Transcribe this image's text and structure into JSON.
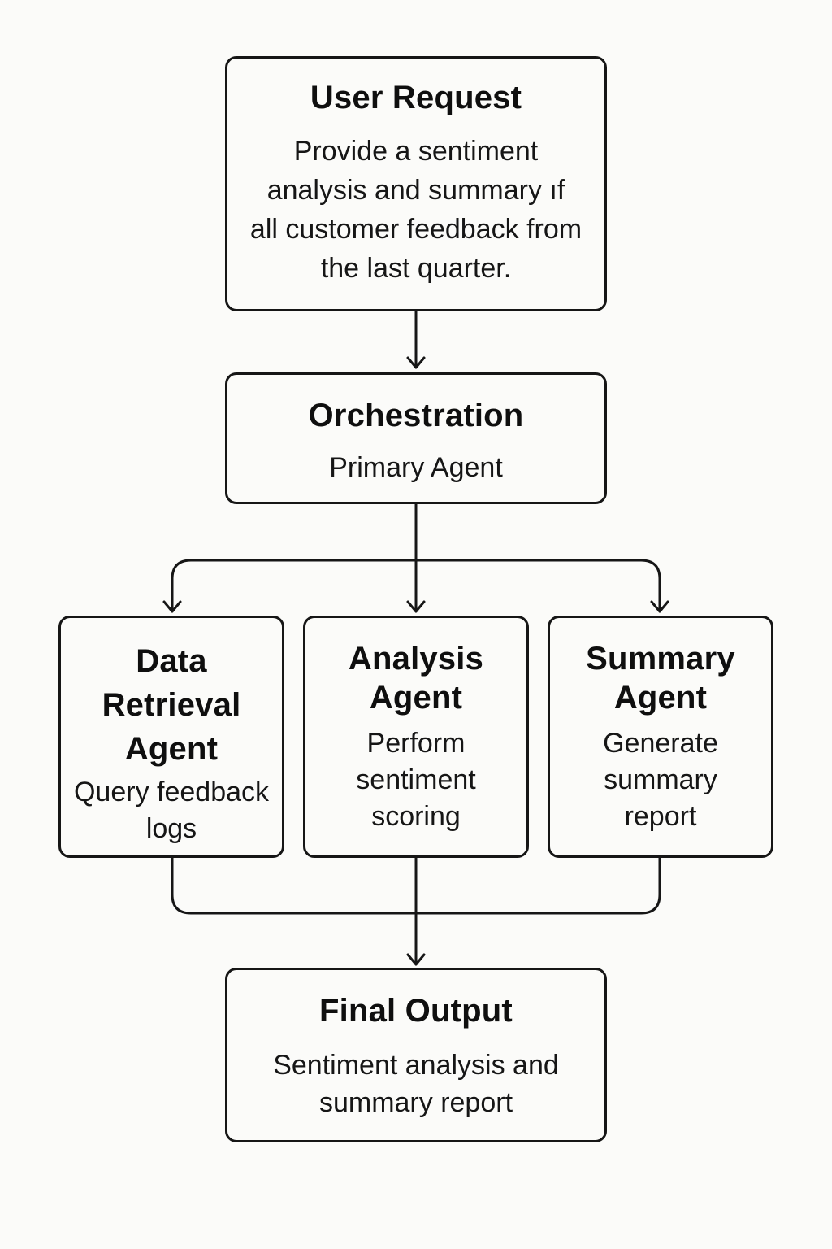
{
  "nodes": {
    "user_request": {
      "title": "User Request",
      "description": "Provide a sentiment analysis and summary ıf all customer feedback from the last quarter."
    },
    "orchestration": {
      "title": "Orchestration",
      "description": "Primary Agent"
    },
    "data_retrieval": {
      "title": "Data Retrieval Agent",
      "description": "Query feedback logs"
    },
    "analysis": {
      "title": "Analysis Agent",
      "description": "Perform sentiment scoring"
    },
    "summary": {
      "title": "Summary Agent",
      "description": "Generate summary report"
    },
    "final_output": {
      "title": "Final Output",
      "description": "Sentiment analysis and summary report"
    }
  },
  "edges": [
    {
      "from": "user_request",
      "to": "orchestration"
    },
    {
      "from": "orchestration",
      "to": "data_retrieval"
    },
    {
      "from": "orchestration",
      "to": "analysis"
    },
    {
      "from": "orchestration",
      "to": "summary"
    },
    {
      "from": "data_retrieval",
      "to": "final_output"
    },
    {
      "from": "analysis",
      "to": "final_output"
    },
    {
      "from": "summary",
      "to": "final_output"
    }
  ],
  "colors": {
    "stroke": "#161616",
    "background": "#fbfbf9",
    "text": "#111111"
  }
}
